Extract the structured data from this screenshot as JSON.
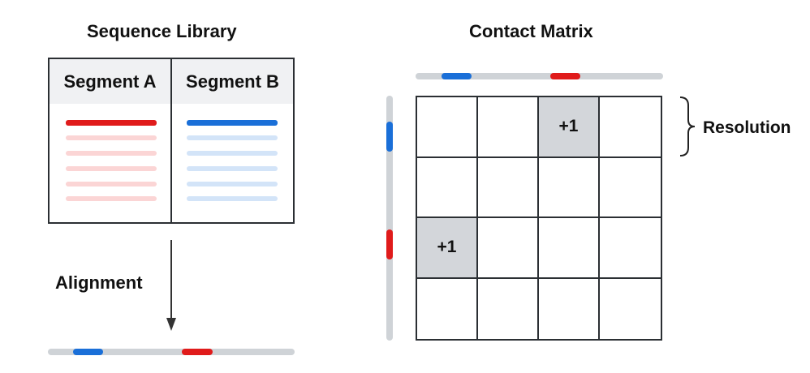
{
  "titles": {
    "library": "Sequence Library",
    "matrix": "Contact Matrix"
  },
  "library": {
    "segments": [
      {
        "label": "Segment A",
        "main_color": "#e01b1b",
        "faded_color": "#fbd5d5"
      },
      {
        "label": "Segment B",
        "main_color": "#1a6fd8",
        "faded_color": "#d3e4f8"
      }
    ]
  },
  "alignment_label": "Alignment",
  "matrix": {
    "rows": 4,
    "cols": 4,
    "hit_label": "+1",
    "hits": [
      {
        "row": 0,
        "col": 2
      },
      {
        "row": 2,
        "col": 0
      }
    ]
  },
  "resolution_label": "Resolution",
  "colors": {
    "segment_a": "#e01b1b",
    "segment_b": "#1a6fd8",
    "track": "#cfd3d7",
    "grid": "#2b2f33",
    "hit_fill": "#d3d6da"
  }
}
